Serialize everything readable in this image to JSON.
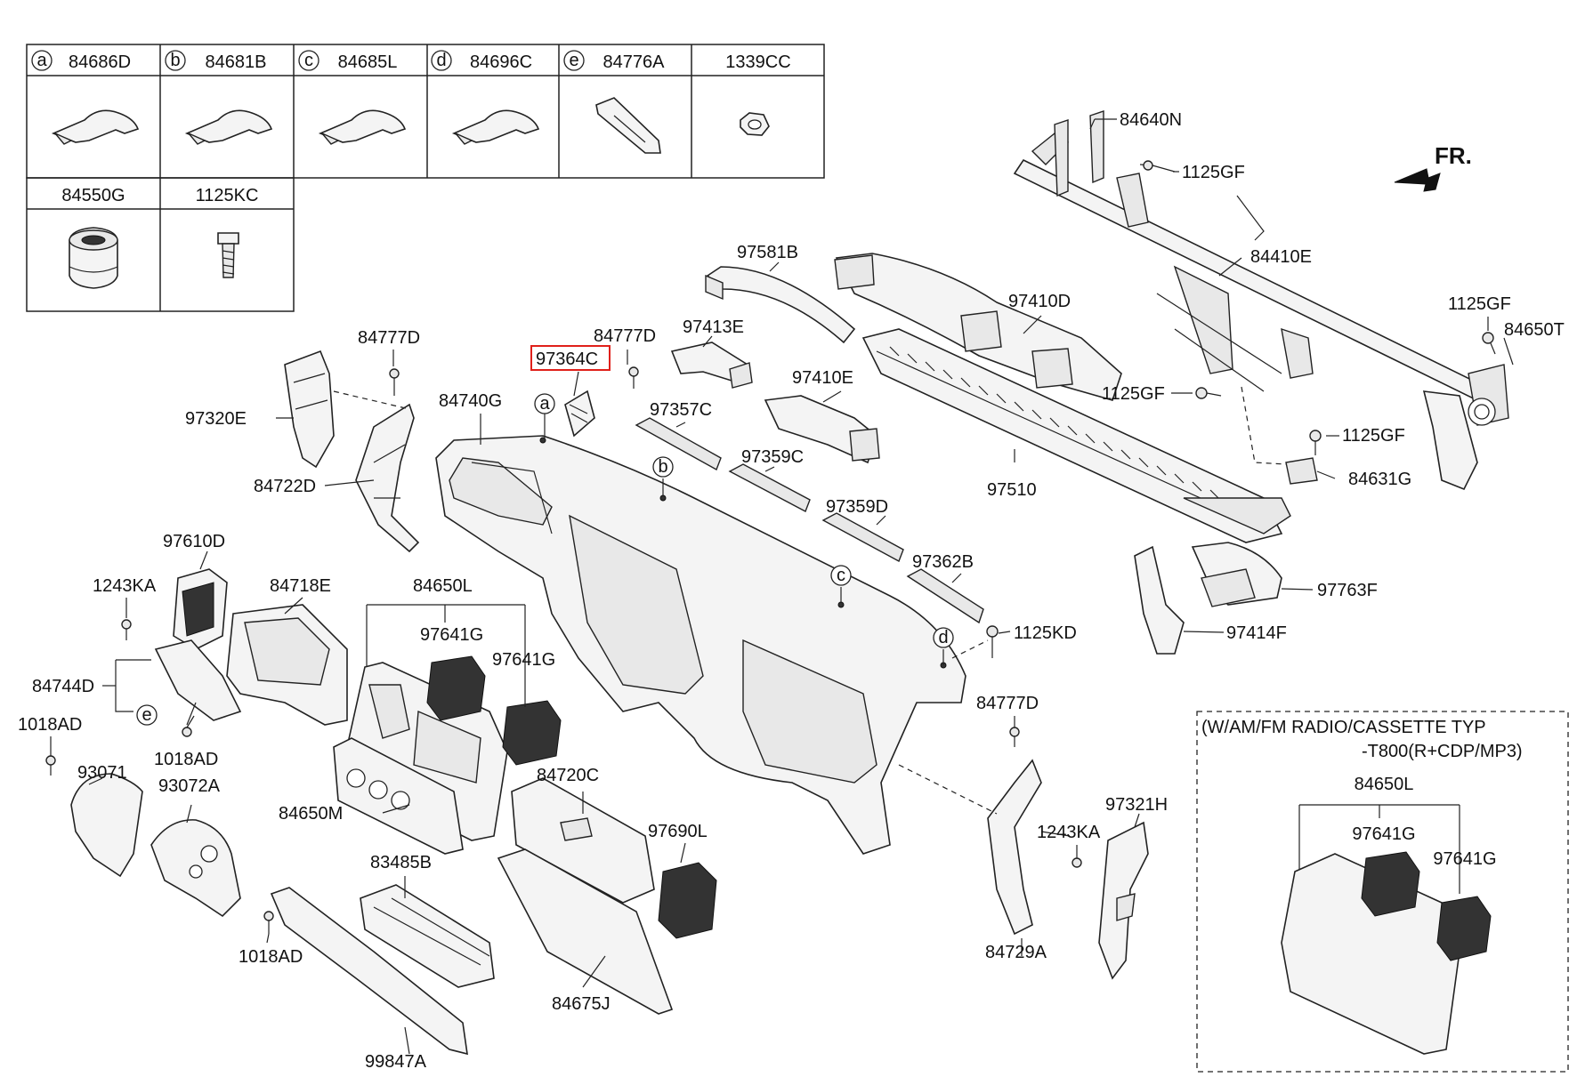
{
  "legend_table": {
    "cells": [
      {
        "letter": "a",
        "part": "84686D"
      },
      {
        "letter": "b",
        "part": "84681B"
      },
      {
        "letter": "c",
        "part": "84685L"
      },
      {
        "letter": "d",
        "part": "84696C"
      },
      {
        "letter": "e",
        "part": "84776A"
      },
      {
        "letter": "",
        "part": "1339CC"
      },
      {
        "letter": "",
        "part": "84550G"
      },
      {
        "letter": "",
        "part": "1125KC"
      }
    ]
  },
  "direction": "FR.",
  "parts": {
    "p84640N": "84640N",
    "p1125GF_a": "1125GF",
    "p84410E": "84410E",
    "p1125GF_b": "1125GF",
    "p84650T": "84650T",
    "p1125GF_c": "1125GF",
    "p1125GF_d": "1125GF",
    "p84631G": "84631G",
    "p97581B": "97581B",
    "p97410D": "97410D",
    "p97413E": "97413E",
    "p97410E": "97410E",
    "p97510": "97510",
    "p97763F": "97763F",
    "p97414F": "97414F",
    "p84777D_a": "84777D",
    "p97364C": "97364C",
    "p84777D_b": "84777D",
    "p97320E": "97320E",
    "p84740G": "84740G",
    "p97357C": "97357C",
    "p97359C": "97359C",
    "p97359D": "97359D",
    "p97362B": "97362B",
    "p1125KD": "1125KD",
    "p84722D": "84722D",
    "p97610D": "97610D",
    "p1243KA_a": "1243KA",
    "p84718E": "84718E",
    "p84650L": "84650L",
    "p97641G_a": "97641G",
    "p97641G_b": "97641G",
    "p84744D": "84744D",
    "p1018AD_a": "1018AD",
    "p93071": "93071",
    "p1018AD_b": "1018AD",
    "p93072A": "93072A",
    "p84650M": "84650M",
    "p83485B": "83485B",
    "p84720C": "84720C",
    "p97690L": "97690L",
    "p1018AD_c": "1018AD",
    "p84675J": "84675J",
    "p99847A": "99847A",
    "p84777D_c": "84777D",
    "p1243KA_b": "1243KA",
    "p84729A": "84729A",
    "p97321H": "97321H"
  },
  "callouts": {
    "a": "a",
    "b": "b",
    "c": "c",
    "d": "d",
    "e": "e"
  },
  "inset": {
    "title_line1": "(W/AM/FM RADIO/CASSETTE TYP",
    "title_line2": "-T800(R+CDP/MP3)",
    "part_top": "84650L",
    "part_left": "97641G",
    "part_right": "97641G"
  },
  "highlight_color": "#e0201a"
}
